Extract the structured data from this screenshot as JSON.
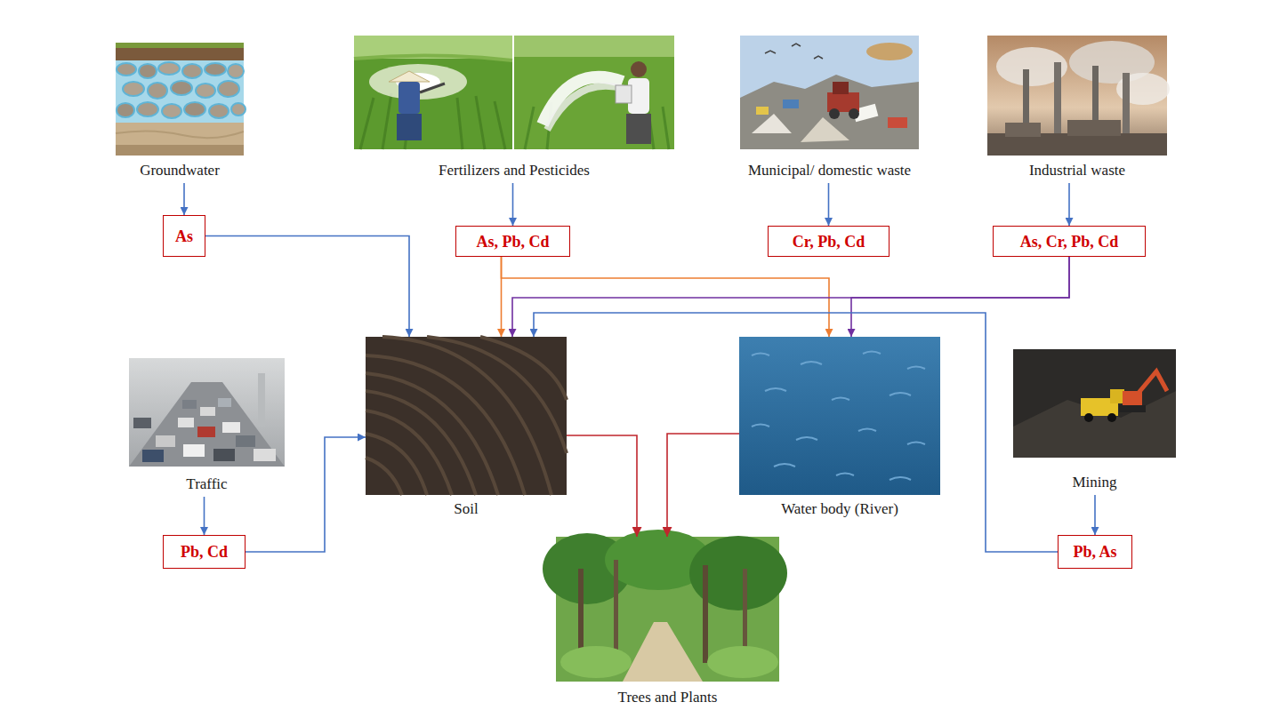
{
  "diagram": {
    "nodes": [
      {
        "text": [
          "Groundwater"
        ]
      },
      {
        "text": [
          "Fertilizers and Pesticides"
        ]
      },
      {
        "text": [
          "Municipal/ domestic waste"
        ]
      },
      {
        "text": [
          "Industrial waste"
        ]
      },
      {
        "text": [
          "As"
        ]
      },
      {
        "text": [
          "As, Pb, Cd"
        ]
      },
      {
        "text": [
          "Cr, Pb, Cd"
        ]
      },
      {
        "text": [
          "As, Cr, Pb, Cd"
        ]
      },
      {
        "text": [
          "Traffic"
        ]
      },
      {
        "text": [
          "Soil"
        ]
      },
      {
        "text": [
          "Water body (River)"
        ]
      },
      {
        "text": [
          "Mining"
        ]
      },
      {
        "text": [
          "Pb, Cd"
        ]
      },
      {
        "text": [
          "Trees and Plants"
        ]
      },
      {
        "text": [
          "Pb, As"
        ]
      }
    ],
    "edges": [
      {
        "from": 0,
        "to": 4,
        "arrow": "to"
      },
      {
        "from": 1,
        "to": 5,
        "arrow": "to"
      },
      {
        "from": 2,
        "to": 6,
        "arrow": "to"
      },
      {
        "from": 3,
        "to": 7,
        "arrow": "to"
      },
      {
        "from": 8,
        "to": 12,
        "arrow": "to"
      },
      {
        "from": 11,
        "to": 14,
        "arrow": "to"
      },
      {
        "from": 4,
        "to": 9,
        "arrow": "to"
      },
      {
        "from": 5,
        "to": 9,
        "arrow": "to"
      },
      {
        "from": 5,
        "to": 10,
        "arrow": "to"
      },
      {
        "from": 7,
        "to": 9,
        "arrow": "to"
      },
      {
        "from": 7,
        "to": 10,
        "arrow": "to"
      },
      {
        "from": 12,
        "to": 9,
        "arrow": "to"
      },
      {
        "from": 14,
        "to": 9,
        "arrow": "to"
      },
      {
        "from": 9,
        "to": 13,
        "arrow": "to"
      },
      {
        "from": 10,
        "to": 13,
        "arrow": "to"
      }
    ]
  }
}
